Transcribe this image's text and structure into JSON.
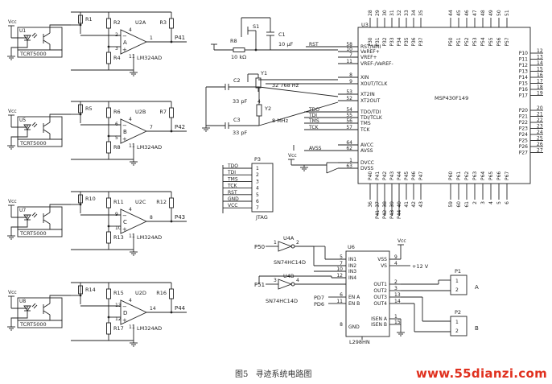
{
  "caption": {
    "figure": "图5",
    "title": "寻迹系统电路图"
  },
  "watermark": "www.55dianzi.com",
  "sensors": [
    {
      "vcc": "Vcc",
      "ref": "U1",
      "part": "TCRT5000",
      "r_top": "R1",
      "r_mid": "R2",
      "r_fb": "R3",
      "r_low": "R4",
      "amp": "U2A",
      "amp_part": "LM324AD",
      "pin_p": "3",
      "pin_n": "2",
      "pin_o": "1",
      "pin_v": "4",
      "pin_g": "11",
      "amp_letter": "A",
      "net": "P41"
    },
    {
      "vcc": "Vcc",
      "ref": "U5",
      "part": "TCRT5000",
      "r_top": "R5",
      "r_mid": "R6",
      "r_fb": "R7",
      "r_low": "R8",
      "amp": "U2B",
      "amp_part": "LM324AD",
      "pin_p": "5",
      "pin_n": "6",
      "pin_o": "7",
      "pin_v": "4",
      "pin_g": "11",
      "amp_letter": "B",
      "net": "P42"
    },
    {
      "vcc": "Vcc",
      "ref": "U7",
      "part": "TCRT5000",
      "r_top": "R10",
      "r_mid": "R11",
      "r_fb": "R12",
      "r_low": "R13",
      "amp": "U2C",
      "amp_part": "LM324AD",
      "pin_p": "10",
      "pin_n": "9",
      "pin_o": "8",
      "pin_v": "4",
      "pin_g": "11",
      "amp_letter": "C",
      "net": "P43"
    },
    {
      "vcc": "Vcc",
      "ref": "U8",
      "part": "TCRT5000",
      "r_top": "R14",
      "r_mid": "R15",
      "r_fb": "R16",
      "r_low": "R17",
      "amp": "U2D",
      "amp_part": "LM324AD",
      "pin_p": "12",
      "pin_n": "13",
      "pin_o": "14",
      "pin_v": "4",
      "pin_g": "11",
      "amp_letter": "D",
      "net": "P44"
    }
  ],
  "reset": {
    "res_ref": "R8",
    "res_val": "10 kΩ",
    "sw": "S1",
    "cap_ref": "C1",
    "cap_val": "10 μF"
  },
  "crystals": {
    "y1": "Y1",
    "y1_val": "32 768 Hz",
    "y2": "Y2",
    "y2_val": "8 MHz",
    "c2": "C2",
    "c2_val": "33 pF",
    "c3": "C3",
    "c3_val": "33 pF",
    "y2_pin4": "4"
  },
  "mcu": {
    "ref": "U3",
    "part": "MSP430F149",
    "vcc": "Vcc",
    "left_pins": [
      {
        "name": "RST/NMI",
        "num": "58"
      },
      {
        "name": "VeREF+",
        "num": "10"
      },
      {
        "name": "VREF+",
        "num": "7"
      },
      {
        "name": "VREF-/VeREF-",
        "num": "11"
      },
      {
        "name": "XIN",
        "num": "8"
      },
      {
        "name": "XOUT/TCLK",
        "num": "9"
      },
      {
        "name": "XT2IN",
        "num": "53"
      },
      {
        "name": "XT2OUT",
        "num": "52"
      },
      {
        "name": "TDO/TDI",
        "num": "54"
      },
      {
        "name": "TDI/TCLK",
        "num": "55"
      },
      {
        "name": "TMS",
        "num": "56"
      },
      {
        "name": "TCK",
        "num": "57"
      },
      {
        "name": "AVCC",
        "num": "64"
      },
      {
        "name": "AVSS",
        "num": "62"
      },
      {
        "name": "DVCC",
        "num": "1"
      },
      {
        "name": "DVSS",
        "num": "63"
      }
    ],
    "left_nets": [
      "RST",
      "TDO",
      "TDI",
      "TMS",
      "TCK",
      "AVSS"
    ],
    "right_group1": [
      {
        "name": "P10",
        "num": "12"
      },
      {
        "name": "P11",
        "num": "13"
      },
      {
        "name": "P12",
        "num": "14"
      },
      {
        "name": "P13",
        "num": "15"
      },
      {
        "name": "P14",
        "num": "16"
      },
      {
        "name": "P15",
        "num": "17"
      },
      {
        "name": "P16",
        "num": "18"
      },
      {
        "name": "P17",
        "num": "19"
      }
    ],
    "right_group2": [
      {
        "name": "P20",
        "num": "20"
      },
      {
        "name": "P21",
        "num": "21"
      },
      {
        "name": "P22",
        "num": "22"
      },
      {
        "name": "P23",
        "num": "23"
      },
      {
        "name": "P24",
        "num": "24"
      },
      {
        "name": "P25",
        "num": "25"
      },
      {
        "name": "P26",
        "num": "26"
      },
      {
        "name": "P27",
        "num": "27"
      }
    ],
    "top_pins": [
      {
        "name": "P30",
        "num": "28"
      },
      {
        "name": "P31",
        "num": "29"
      },
      {
        "name": "P32",
        "num": "30"
      },
      {
        "name": "P33",
        "num": "31"
      },
      {
        "name": "P34",
        "num": "32"
      },
      {
        "name": "P35",
        "num": "33"
      },
      {
        "name": "P36",
        "num": "34"
      },
      {
        "name": "P37",
        "num": "35"
      },
      {
        "name": "P50",
        "num": "44"
      },
      {
        "name": "P51",
        "num": "45"
      },
      {
        "name": "P52",
        "num": "46"
      },
      {
        "name": "P53",
        "num": "47"
      },
      {
        "name": "P54",
        "num": "48"
      },
      {
        "name": "P55",
        "num": "49"
      },
      {
        "name": "P56",
        "num": "50"
      },
      {
        "name": "P57",
        "num": "51"
      }
    ],
    "bottom_pins": [
      {
        "name": "P40",
        "num": "36"
      },
      {
        "name": "P41",
        "num": "37"
      },
      {
        "name": "P42",
        "num": "38"
      },
      {
        "name": "P43",
        "num": "39"
      },
      {
        "name": "P44",
        "num": "40"
      },
      {
        "name": "P45",
        "num": "41"
      },
      {
        "name": "P46",
        "num": "42"
      },
      {
        "name": "P47",
        "num": "43"
      },
      {
        "name": "P60",
        "num": "59"
      },
      {
        "name": "P61",
        "num": "60"
      },
      {
        "name": "P62",
        "num": "61"
      },
      {
        "name": "P63",
        "num": "2"
      },
      {
        "name": "P64",
        "num": "3"
      },
      {
        "name": "P65",
        "num": "4"
      },
      {
        "name": "P66",
        "num": "5"
      },
      {
        "name": "P67",
        "num": "6"
      }
    ],
    "bottom_nets": [
      "P41",
      "P42",
      "P43",
      "P44"
    ]
  },
  "jtag": {
    "ref": "P3",
    "label": "JTAG",
    "pins": [
      {
        "name": "TDO",
        "num": "1"
      },
      {
        "name": "TDI",
        "num": "2"
      },
      {
        "name": "TMS",
        "num": "3"
      },
      {
        "name": "TCK",
        "num": "4"
      },
      {
        "name": "RST",
        "num": "5"
      },
      {
        "name": "GND",
        "num": "6"
      },
      {
        "name": "VCC",
        "num": "7"
      }
    ]
  },
  "inverters": {
    "a": {
      "ref": "U4A",
      "part": "SN74HC14D",
      "net": "P50",
      "in": "1",
      "out": "2"
    },
    "b": {
      "ref": "U4B",
      "part": "SN74HC14D",
      "net": "P51",
      "in": "3",
      "out": "4"
    }
  },
  "driver": {
    "ref": "U6",
    "part": "L298HN",
    "left_pins": [
      {
        "name": "IN1",
        "num": "5"
      },
      {
        "name": "IN2",
        "num": "7"
      },
      {
        "name": "IN3",
        "num": "10"
      },
      {
        "name": "IN4",
        "num": "12"
      },
      {
        "name": "EN A",
        "num": "6"
      },
      {
        "name": "EN B",
        "num": "11"
      },
      {
        "name": "GND",
        "num": "8"
      }
    ],
    "en_nets": [
      "PD7",
      "PD6"
    ],
    "right_pins": [
      {
        "name": "VSS",
        "num": "9"
      },
      {
        "name": "VS",
        "num": "4"
      },
      {
        "name": "OUT1",
        "num": "2"
      },
      {
        "name": "OUT2",
        "num": "3"
      },
      {
        "name": "OUT3",
        "num": "13"
      },
      {
        "name": "OUT4",
        "num": "14"
      },
      {
        "name": "ISEN A",
        "num": "1"
      },
      {
        "name": "ISEN B",
        "num": "15"
      }
    ],
    "vcc": "Vcc",
    "vs": "+12 V"
  },
  "motors": [
    {
      "ref": "P1",
      "label": "A",
      "pins": [
        "1",
        "2"
      ]
    },
    {
      "ref": "P2",
      "label": "B",
      "pins": [
        "1",
        "2"
      ]
    }
  ]
}
